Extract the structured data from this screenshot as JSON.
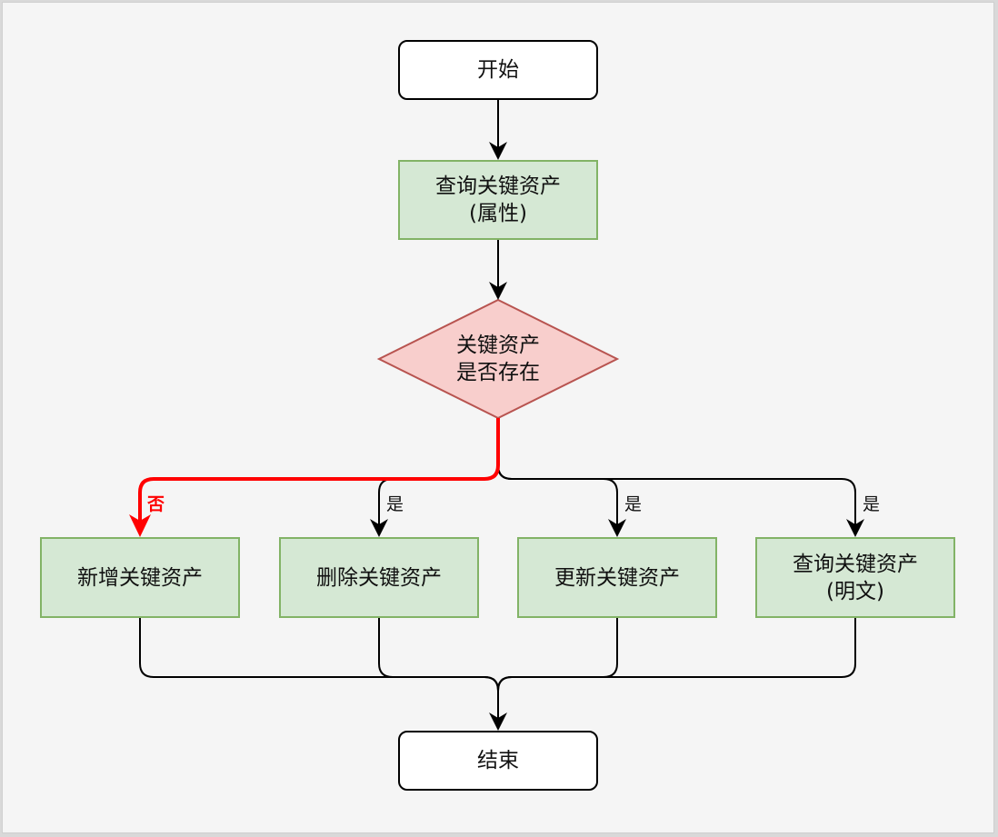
{
  "diagram": {
    "type": "flowchart",
    "colors": {
      "background": "#f5f5f5",
      "terminal_fill": "#ffffff",
      "terminal_stroke": "#000000",
      "process_fill": "#d5e8d4",
      "process_stroke": "#82b366",
      "decision_fill": "#f8cecc",
      "decision_stroke": "#b85450",
      "edge_default": "#000000",
      "edge_highlight": "#ff0000"
    },
    "nodes": {
      "start": {
        "label": "开始",
        "shape": "terminal"
      },
      "query_attr": {
        "label": "查询关键资产\n(属性)",
        "shape": "process"
      },
      "decision": {
        "label": "关键资产\n是否存在",
        "shape": "decision"
      },
      "add": {
        "label": "新增关键资产",
        "shape": "process"
      },
      "delete": {
        "label": "删除关键资产",
        "shape": "process"
      },
      "update": {
        "label": "更新关键资产",
        "shape": "process"
      },
      "query_plain": {
        "label": "查询关键资产\n(明文)",
        "shape": "process"
      },
      "end": {
        "label": "结束",
        "shape": "terminal"
      }
    },
    "edges": [
      {
        "from": "start",
        "to": "query_attr",
        "label": ""
      },
      {
        "from": "query_attr",
        "to": "decision",
        "label": ""
      },
      {
        "from": "decision",
        "to": "add",
        "label": "否",
        "highlight": true
      },
      {
        "from": "decision",
        "to": "delete",
        "label": "是"
      },
      {
        "from": "decision",
        "to": "update",
        "label": "是"
      },
      {
        "from": "decision",
        "to": "query_plain",
        "label": "是"
      },
      {
        "from": "add",
        "to": "end",
        "label": ""
      },
      {
        "from": "delete",
        "to": "end",
        "label": ""
      },
      {
        "from": "update",
        "to": "end",
        "label": ""
      },
      {
        "from": "query_plain",
        "to": "end",
        "label": ""
      }
    ],
    "edge_labels": {
      "no": "否",
      "yes": "是"
    }
  }
}
